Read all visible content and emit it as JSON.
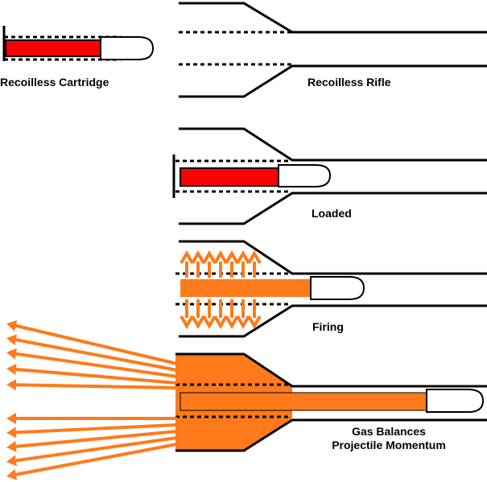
{
  "labels": {
    "cartridge": "Recoilless Cartridge",
    "rifle": "Recoilless Rifle",
    "loaded": "Loaded",
    "firing": "Firing",
    "gas_line1": "Gas Balances",
    "gas_line2": "Projectile Momentum"
  },
  "colors": {
    "propellant": "#ff0000",
    "gas": "#ff7a1a",
    "outline": "#000000",
    "projectile": "#ffffff"
  }
}
